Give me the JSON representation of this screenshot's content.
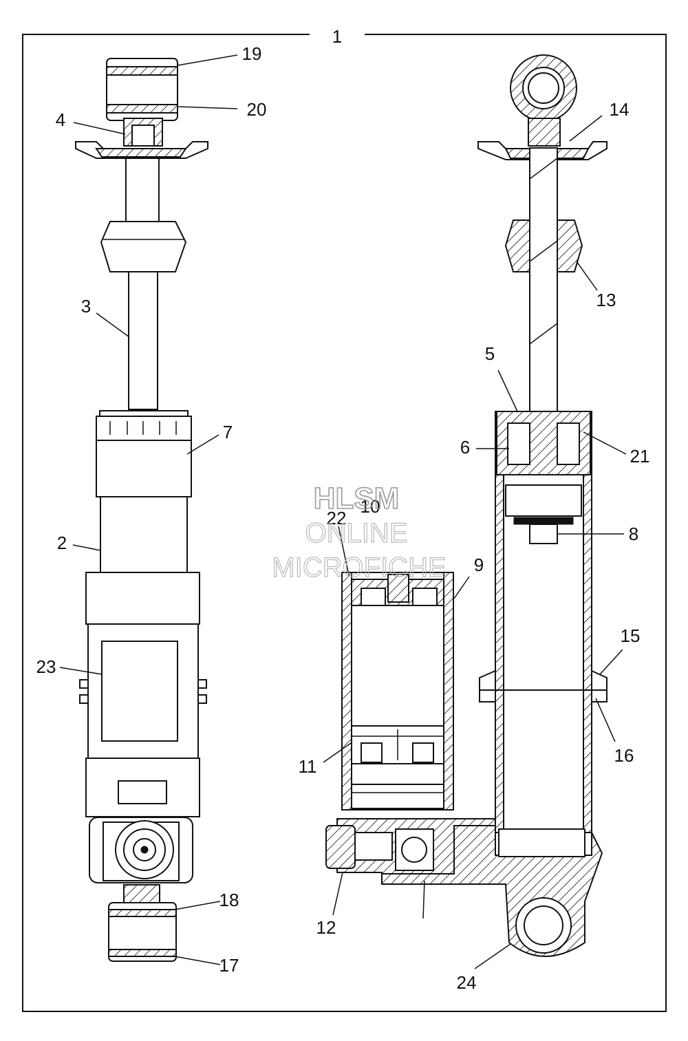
{
  "callouts": [
    {
      "id": "1",
      "text": "1"
    },
    {
      "id": "2",
      "text": "2"
    },
    {
      "id": "3",
      "text": "3"
    },
    {
      "id": "4",
      "text": "4"
    },
    {
      "id": "5",
      "text": "5"
    },
    {
      "id": "6",
      "text": "6"
    },
    {
      "id": "7",
      "text": "7"
    },
    {
      "id": "8",
      "text": "8"
    },
    {
      "id": "9",
      "text": "9"
    },
    {
      "id": "10",
      "text": "10"
    },
    {
      "id": "11",
      "text": "11"
    },
    {
      "id": "12",
      "text": "12"
    },
    {
      "id": "13",
      "text": "13"
    },
    {
      "id": "14",
      "text": "14"
    },
    {
      "id": "15",
      "text": "15"
    },
    {
      "id": "16",
      "text": "16"
    },
    {
      "id": "17",
      "text": "17"
    },
    {
      "id": "18",
      "text": "18"
    },
    {
      "id": "19",
      "text": "19"
    },
    {
      "id": "20",
      "text": "20"
    },
    {
      "id": "21",
      "text": "21"
    },
    {
      "id": "22",
      "text": "22"
    },
    {
      "id": "23",
      "text": "23"
    },
    {
      "id": "24",
      "text": "24"
    }
  ],
  "watermark": {
    "line1": "HLSM",
    "line2": "ONLINE",
    "line3": "MICROFICHE"
  }
}
